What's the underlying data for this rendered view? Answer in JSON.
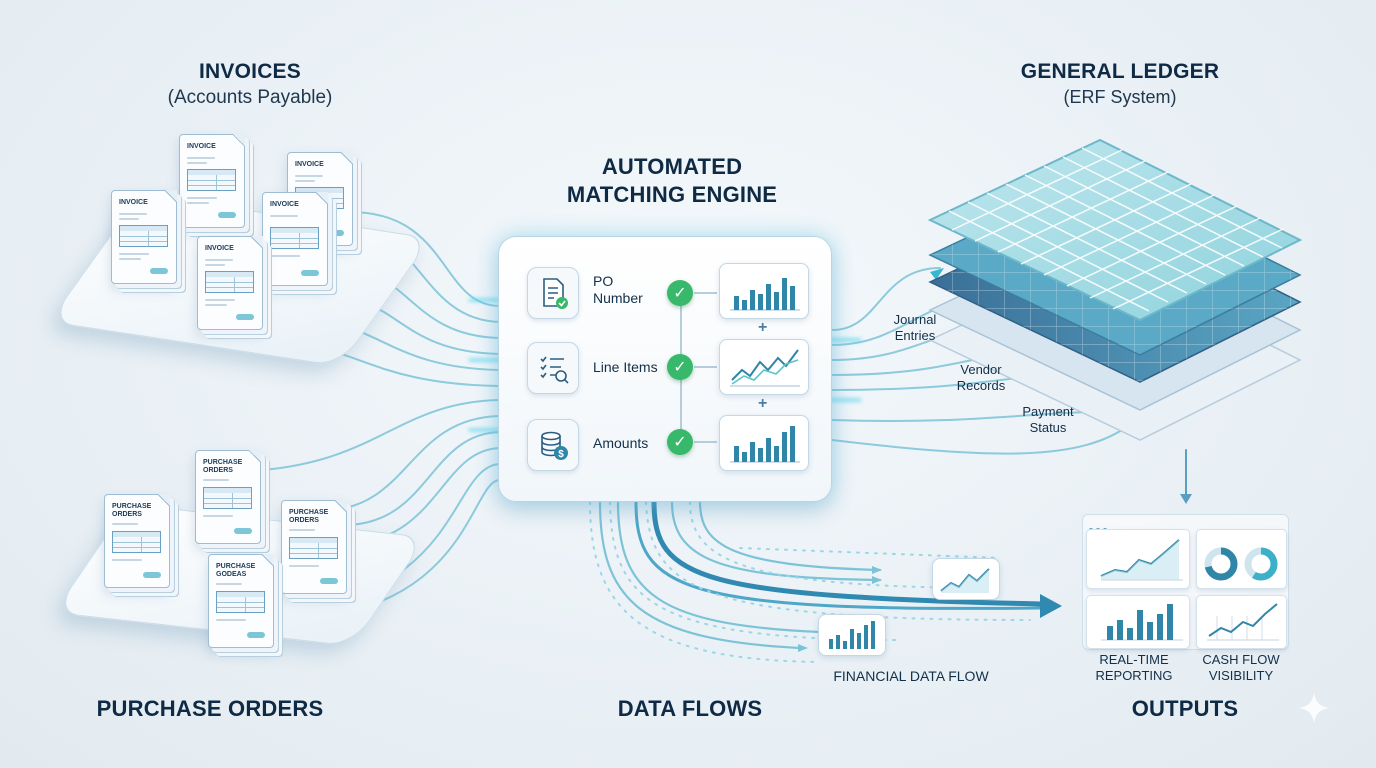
{
  "titles": {
    "invoices": "INVOICES",
    "invoices_sub": "(Accounts Payable)",
    "engine_line1": "AUTOMATED",
    "engine_line2": "MATCHING ENGINE",
    "ledger": "GENERAL LEDGER",
    "ledger_sub": "(ERF System)",
    "purchase_orders": "PURCHASE ORDERS",
    "data_flows": "DATA FLOWS",
    "outputs": "OUTPUTS"
  },
  "invoice_docs": [
    "INVOICE",
    "INVOICE",
    "INVOICE",
    "INVOICE",
    "INVOICE"
  ],
  "po_docs": [
    [
      "PURCHASE",
      "ORDERS"
    ],
    [
      "PURCHASE",
      "ORDERS"
    ],
    [
      "PURCHASE",
      "ORDERS"
    ],
    [
      "PURCHASE",
      "GODEAS"
    ]
  ],
  "engine": {
    "rows": [
      {
        "label_line1": "PO",
        "label_line2": "Number",
        "icon": "document-check-icon"
      },
      {
        "label_line1": "Line Items",
        "label_line2": "",
        "icon": "checklist-search-icon"
      },
      {
        "label_line1": "Amounts",
        "label_line2": "",
        "icon": "coins-dollar-icon"
      }
    ],
    "plus": "+"
  },
  "ledger_flows": [
    {
      "line1": "Journal",
      "line2": "Entries"
    },
    {
      "line1": "Vendor",
      "line2": "Records"
    },
    {
      "line1": "Payment",
      "line2": "Status"
    }
  ],
  "financial_flow_label": "FINANCIAL DATA FLOW",
  "outputs": {
    "left_line1": "REAL-TIME",
    "left_line2": "REPORTING",
    "right_line1": "CASH FLOW",
    "right_line2": "VISIBILITY"
  },
  "colors": {
    "navy": "#0f2a44",
    "teal": "#3fb6cf",
    "glow": "#6fe0f0",
    "check": "#37b86a",
    "bar": "#2f86a8"
  }
}
